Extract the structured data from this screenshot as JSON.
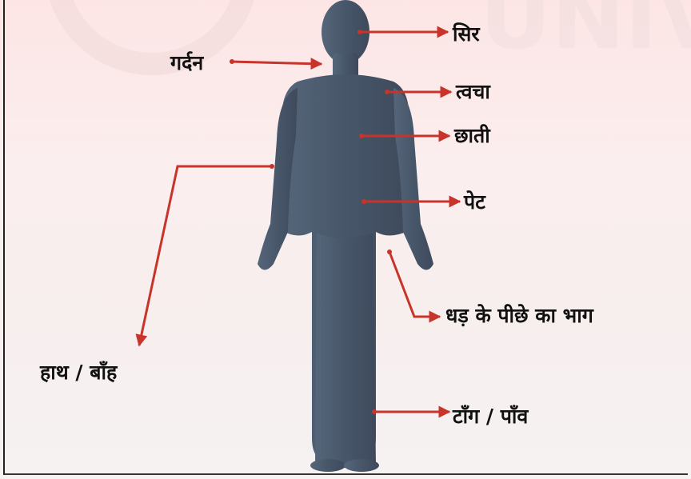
{
  "diagram": {
    "labels": {
      "head": "सिर",
      "neck": "गर्दन",
      "skin": "त्वचा",
      "chest": "छाती",
      "stomach": "पेट",
      "back": "धड़ के पीछे का भाग",
      "arm": "हाथ / बाँह",
      "leg": "टाँग / पाँव"
    },
    "colors": {
      "arrow": "#c8342a",
      "body": "#4a5a6e",
      "background": "#fbeaea"
    }
  }
}
